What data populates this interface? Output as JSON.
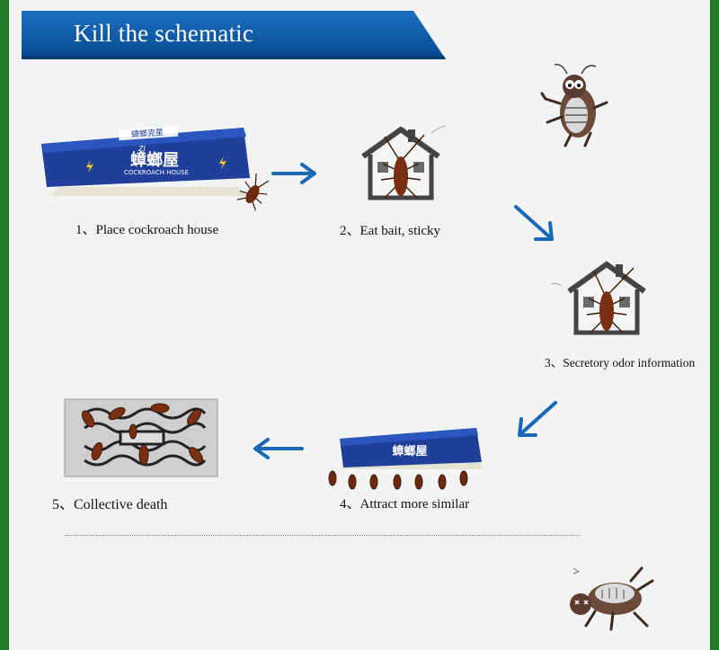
{
  "banner": {
    "title": "Kill the schematic"
  },
  "box": {
    "brand": "蟑螂屋",
    "subtitle": "COCKROACH HOUSE",
    "top_text": "蟑螂克星",
    "logo": "ZJ"
  },
  "steps": [
    {
      "label": "1、Place cockroach house"
    },
    {
      "label": "2、Eat bait, sticky"
    },
    {
      "label": "3、Secretory odor information"
    },
    {
      "label": "4、Attract more similar"
    },
    {
      "label": "5、Collective death"
    }
  ],
  "colors": {
    "background_border": "#1f7a28",
    "banner": "#0b5ca7",
    "arrow": "#1a67b8",
    "box_blue": "#1f3f9a",
    "cockroach": "#7a2f12"
  },
  "icons": [
    "right-arrow-icon",
    "down-right-arrow-icon",
    "down-left-arrow-icon",
    "left-arrow-icon",
    "house-icon",
    "cockroach-icon"
  ]
}
